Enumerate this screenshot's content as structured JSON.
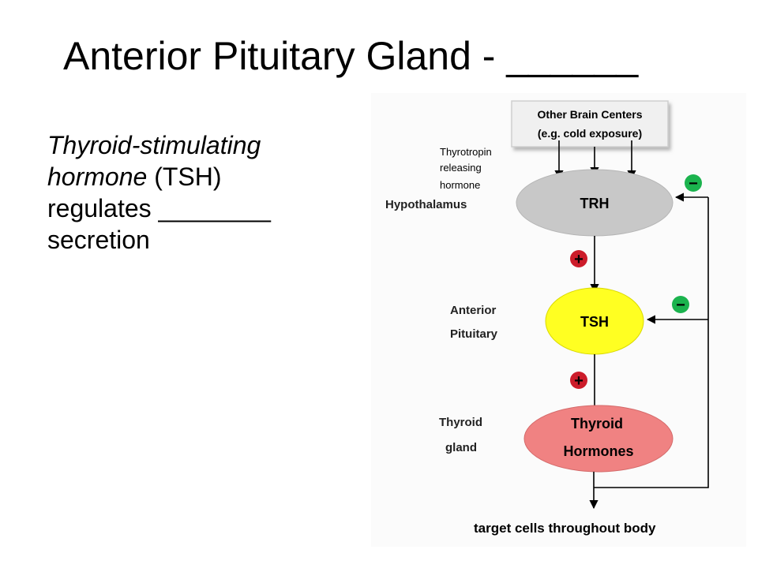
{
  "slide": {
    "title": "Anterior Pituitary Gland - ______",
    "body": {
      "term": "Thyroid-stimulating",
      "term2": "hormone",
      "abbrev": " (TSH)",
      "line3": "regulates ________",
      "line4": "secretion"
    }
  },
  "diagram": {
    "top_box_line1": "Other Brain Centers",
    "top_box_line2": "(e.g. cold exposure)",
    "trh_note": [
      "Thyrotropin",
      "releasing",
      "hormone"
    ],
    "hypothalamus_label": "Hypothalamus",
    "trh": "TRH",
    "pituitary_label": [
      "Anterior",
      "Pituitary"
    ],
    "tsh": "TSH",
    "thyroid_label": [
      "Thyroid",
      "gland"
    ],
    "hormones": [
      "Thyroid",
      "Hormones"
    ],
    "target": "target cells throughout body",
    "plus": "+",
    "minus": "−",
    "colors": {
      "trh": "#c8c8c8",
      "tsh": "#ffff22",
      "hormones": "#f08282",
      "plus": "#cc1c2a",
      "minus": "#1bb34e"
    }
  }
}
